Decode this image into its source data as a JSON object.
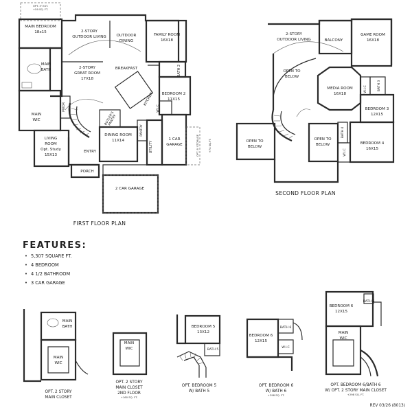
{
  "first_floor": {
    "title": "FIRST FLOOR PLAN",
    "opt_ext": [
      "OPT. 3' EXT.",
      "+59 SQ. FT."
    ],
    "main_bedroom": [
      "MAIN BEDROOM",
      "18x15"
    ],
    "outdoor_living": [
      "2-STORY",
      "OUTDOOR LIVING"
    ],
    "outdoor_dining": [
      "OUTDOOR",
      "DINING"
    ],
    "family_room": [
      "FAMILY ROOM",
      "16X18"
    ],
    "great_room": [
      "2-STORY",
      "GREAT ROOM",
      "17X18"
    ],
    "breakfast": "BREAKFAST",
    "bath2": "BATH 2",
    "main_bath": [
      "MAIN",
      "BATH"
    ],
    "kitchen": "KITCHEN",
    "bedroom2": [
      "BEDROOM 2",
      "11X15"
    ],
    "wic": "W.I.C",
    "main_wic": [
      "MAIN",
      "WIC"
    ],
    "pwdr": "PWDR",
    "butler_pantry": [
      "BUTLER'S",
      "PANTRY"
    ],
    "pantry": "PANTRY",
    "living_room": [
      "LIVING",
      "ROOM",
      "Opt. Study",
      "15X13"
    ],
    "dining_room": [
      "DINING ROOM",
      "11X14"
    ],
    "one_car_garage": [
      "1 CAR",
      "GARAGE"
    ],
    "opt_storage": "OPT. 8' STORAGE",
    "opt_storage_sqft": "+74 SQ.FT.",
    "entry": "ENTRY",
    "utility": "UTILITY",
    "porch": "PORCH",
    "two_car_garage": "2 CAR GARAGE"
  },
  "second_floor": {
    "title": "SECOND FLOOR PLAN",
    "outdoor_living": [
      "2-STORY",
      "OUTDOOR LIVING"
    ],
    "balcony": "BALCONY",
    "game_room": [
      "GAME ROOM",
      "16X18"
    ],
    "open_to_below_1": [
      "OPEN TO",
      "BELOW"
    ],
    "media_room": [
      "MEDIA ROOM",
      "16X18"
    ],
    "wic": "W.I.C",
    "bath3": "BATH 3",
    "bedroom3": [
      "BEDROOM 3",
      "12X15"
    ],
    "open_to_below_2": [
      "OPEN TO",
      "BELOW"
    ],
    "open_to_below_3": [
      "OPEN TO",
      "BELOW"
    ],
    "bath4": "BATH 4",
    "bedroom4": [
      "BEDROOM 4",
      "16X15"
    ],
    "wic2": "W.I.C"
  },
  "features": {
    "heading": "FEATURES:",
    "items": [
      "5,307 SQUARE FT.",
      "4 BEDROOM",
      "4 1/2 BATHROOM",
      "3 CAR GARAGE"
    ]
  },
  "options": {
    "main_closet": {
      "labels": {
        "bath": [
          "MAIN",
          "BATH"
        ],
        "wic": [
          "MAIN",
          "WIC"
        ]
      },
      "caption": [
        "OPT. 2 STORY",
        "MAIN CLOSET"
      ]
    },
    "second_floor_closet": {
      "labels": {
        "wic": [
          "MAIN",
          "WIC"
        ]
      },
      "caption": [
        "OPT. 2 STORY",
        "MAIN CLOSET",
        "2ND FLOOR"
      ],
      "sqft": "+160 SQ. FT."
    },
    "bedroom5": {
      "labels": {
        "room": [
          "BEDROOM 5",
          "13X12"
        ],
        "bath": "BATH 5"
      },
      "caption": [
        "OPT. BEDROOM 5",
        "W/ BATH 5"
      ]
    },
    "bedroom6": {
      "labels": {
        "room": [
          "BEDROOM 6",
          "12X15"
        ],
        "bath": "BATH 6",
        "wic": "W.I.C"
      },
      "caption": [
        "OPT. BEDROOM 6",
        "W/ BATH 6"
      ],
      "sqft": "+298 SQ. FT."
    },
    "bedroom6_closet": {
      "labels": {
        "room": [
          "BEDROOM 6",
          "12X15"
        ],
        "bath": "BATH 6",
        "wic": [
          "MAIN",
          "WIC"
        ]
      },
      "caption": [
        "OPT. BEDROOM 6/BATH 6",
        "W/ OPT. 2 STORY MAIN CLOSET"
      ],
      "sqft": "+298 SQ. FT."
    }
  },
  "revision": "REV 03/26 (8013)"
}
